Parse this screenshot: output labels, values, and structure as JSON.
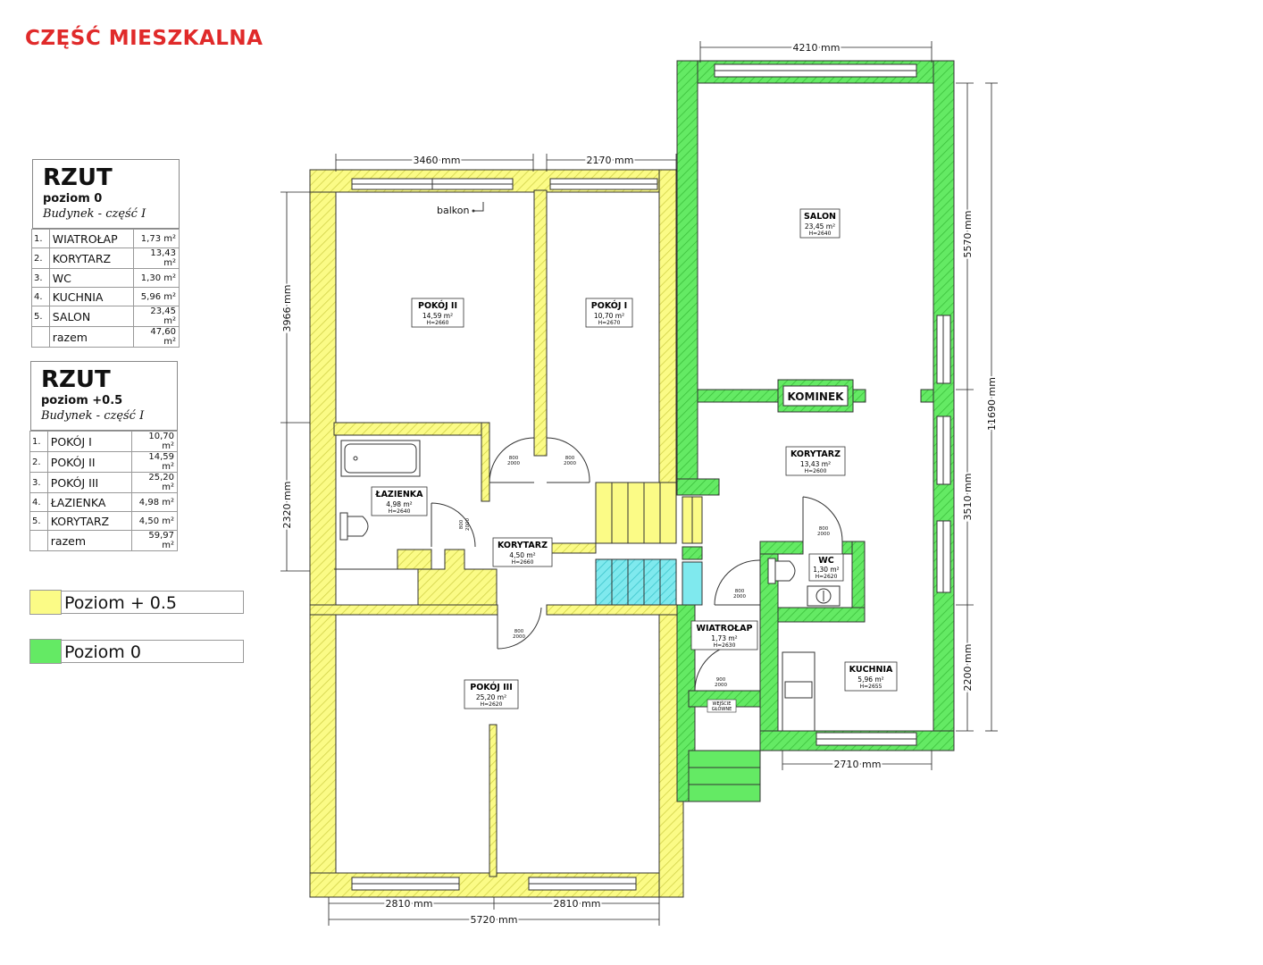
{
  "page_title": "CZĘŚĆ MIESZKALNA",
  "colors": {
    "yellow": "#fbfb86",
    "green": "#64ea64",
    "cyan": "#7fe9ee",
    "title_red": "#e02a2a"
  },
  "tables": [
    {
      "title": "RZUT",
      "level": "poziom 0",
      "building": "Budynek - część I",
      "rows": [
        {
          "no": "1.",
          "name": "WIATROŁAP",
          "area": "1,73 m²"
        },
        {
          "no": "2.",
          "name": "KORYTARZ",
          "area": "13,43 m²"
        },
        {
          "no": "3.",
          "name": "WC",
          "area": "1,30 m²"
        },
        {
          "no": "4.",
          "name": "KUCHNIA",
          "area": "5,96 m²"
        },
        {
          "no": "5.",
          "name": "SALON",
          "area": "23,45 m²"
        }
      ],
      "total": {
        "no": "",
        "name": "razem",
        "area": "47,60 m²"
      }
    },
    {
      "title": "RZUT",
      "level": "poziom +0.5",
      "building": "Budynek - część I",
      "rows": [
        {
          "no": "1.",
          "name": "POKÓJ I",
          "area": "10,70 m²"
        },
        {
          "no": "2.",
          "name": "POKÓJ II",
          "area": "14,59 m²"
        },
        {
          "no": "3.",
          "name": "POKÓJ III",
          "area": "25,20 m²"
        },
        {
          "no": "4.",
          "name": "ŁAZIENKA",
          "area": "4,98 m²"
        },
        {
          "no": "5.",
          "name": "KORYTARZ",
          "area": "4,50 m²"
        }
      ],
      "total": {
        "no": "",
        "name": "razem",
        "area": "59,97 m²"
      }
    }
  ],
  "legend": [
    {
      "label": "Poziom + 0.5",
      "color": "#fbfb86"
    },
    {
      "label": "Poziom 0",
      "color": "#64ea64"
    }
  ],
  "plan": {
    "rooms": {
      "salon": {
        "name": "SALON",
        "area": "23,45 m²",
        "height": "H=2640"
      },
      "pokoj2": {
        "name": "POKÓJ II",
        "area": "14,59 m²",
        "height": "H=2660"
      },
      "pokoj1": {
        "name": "POKÓJ I",
        "area": "10,70 m²",
        "height": "H=2670"
      },
      "korytarz0": {
        "name": "KORYTARZ",
        "area": "13,43 m²",
        "height": "H=2600"
      },
      "lazienka": {
        "name": "ŁAZIENKA",
        "area": "4,98 m²",
        "height": "H=2640"
      },
      "korytarz05": {
        "name": "KORYTARZ",
        "area": "4,50 m²",
        "height": "H=2660"
      },
      "wc": {
        "name": "WC",
        "area": "1,30 m²",
        "height": "H=2620"
      },
      "wiatrolap": {
        "name": "WIATROŁAP",
        "area": "1,73 m²",
        "height": "H=2630"
      },
      "kuchnia": {
        "name": "KUCHNIA",
        "area": "5,96 m²",
        "height": "H=2655"
      },
      "pokoj3": {
        "name": "POKÓJ III",
        "area": "25,20 m²",
        "height": "H=2620"
      }
    },
    "kominek": "KOMINEK",
    "balkon": "balkon",
    "entrance": {
      "line1": "WEJŚCIE",
      "line2": "GŁÓWNE"
    },
    "door_label": {
      "w800": "800",
      "w900": "900",
      "h2000": "2000"
    },
    "dims": {
      "top_salon": "4210 mm",
      "top_pokoj2": "3460 mm",
      "top_pokoj1": "2170 mm",
      "left_upper": "3966 mm",
      "left_lower": "2320 mm",
      "right_upper": "5570 mm",
      "right_mid": "3510 mm",
      "right_lower": "2200 mm",
      "right_total": "11690 mm",
      "bottom_kitchen": "2710 mm",
      "bottom_left": "2810 mm",
      "bottom_right": "2810 mm",
      "bottom_total": "5720 mm"
    }
  }
}
